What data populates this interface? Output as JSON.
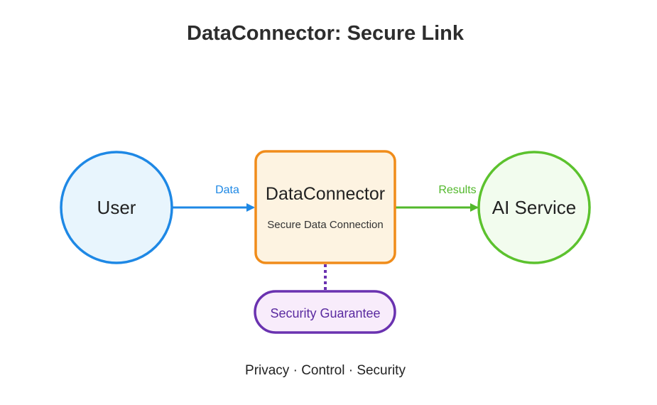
{
  "title": "DataConnector: Secure Link",
  "nodes": {
    "user": {
      "label": "User",
      "stroke": "#1e88e5",
      "fill": "#e8f5fd"
    },
    "connector": {
      "title": "DataConnector",
      "subtitle": "Secure Data Connection",
      "stroke": "#f08c1a",
      "fill": "#fdf3e1"
    },
    "ai_service": {
      "label": "AI Service",
      "stroke": "#5cc22e",
      "fill": "#f2fcee"
    },
    "guarantee": {
      "label": "Security Guarantee",
      "stroke": "#6a32b0",
      "fill": "#f8ecfb",
      "text_color": "#5a2aa0"
    }
  },
  "edges": {
    "data": {
      "label": "Data",
      "color": "#1e88e5"
    },
    "results": {
      "label": "Results",
      "color": "#52b82b"
    },
    "guarantee_link": {
      "color": "#6a32b0",
      "style": "dotted"
    }
  },
  "footer": {
    "items": [
      "Privacy",
      "Control",
      "Security"
    ],
    "separator": "·",
    "text": "Privacy · Control · Security"
  }
}
